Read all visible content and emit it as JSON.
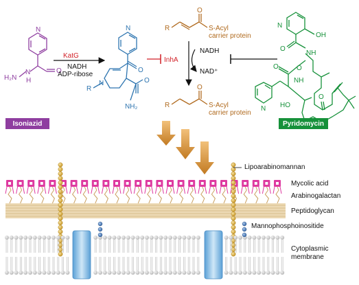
{
  "isoniazid": {
    "badge": "Isoniazid",
    "nh2": "H₂N",
    "nh": "N",
    "h": "H",
    "o": "O",
    "ring_n": "N"
  },
  "activation": {
    "enzyme": "KatG",
    "cofactor1": "NADH",
    "cofactor2": "ADP-ribose"
  },
  "adduct": {
    "ring_n_top": "N",
    "r_group": "R",
    "ring_n": "N",
    "o1": "O",
    "o2": "O",
    "nh2": "NH₂"
  },
  "inhibition": {
    "target": "InhA",
    "substrate_r": "R",
    "substrate_label_1": "S-Acyl",
    "substrate_label_2": "carrier protein",
    "substrate_o": "O",
    "cofactor_in": "NADH",
    "cofactor_out": "NAD⁺",
    "product_r": "R",
    "product_label_1": "S-Acyl",
    "product_label_2": "carrier protein",
    "product_o": "O"
  },
  "pyridomycin": {
    "badge": "Pyridomycin",
    "n_top": "N",
    "oh": "OH",
    "o1": "O",
    "nh1": "NH",
    "o2": "O",
    "o3": "O",
    "nh2": "NH",
    "o4": "O",
    "ho": "HO",
    "o5": "O",
    "n_bottom": "N"
  },
  "envelope": {
    "layers": [
      "Lipoarabinomannan",
      "Mycolic acid",
      "Arabinogalactan",
      "Peptidoglycan",
      "Mannophosphoinositide",
      "Cytoplasmic",
      "membrane"
    ]
  },
  "colors": {
    "isoniazid": "#8f3ea0",
    "adduct": "#2e75b0",
    "substrate": "#b06a1e",
    "pyridomycin": "#16913a",
    "katg": "#d11f26",
    "arrow_orange": "#c9822d",
    "mycolic_pink": "#de3aa0",
    "lam_gold": "#d2a22a",
    "pg_beige": "#ecd9b4",
    "pim_blue": "#3b6fb0",
    "membrane_grey": "#c8c8c8",
    "channel_blue": "#8fc3e6"
  }
}
